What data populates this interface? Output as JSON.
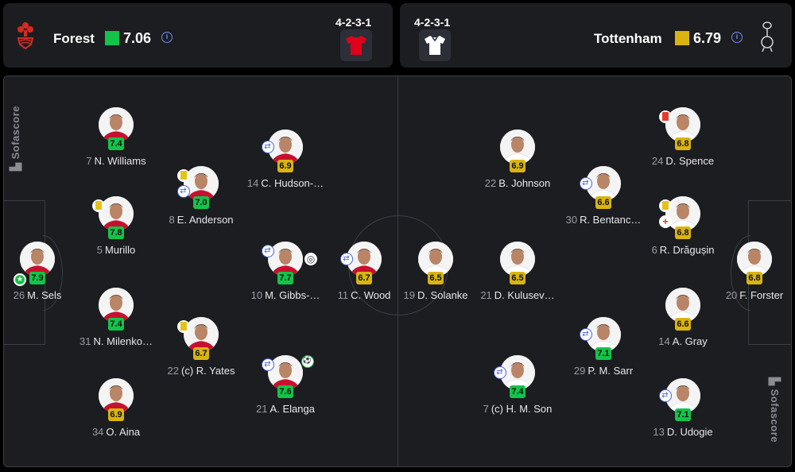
{
  "home": {
    "name": "Forest",
    "rating": "7.06",
    "formation": "4-2-3-1",
    "crest_icon": "forest-crest-icon",
    "rating_color": "#14c34a",
    "kit_color": "#e0001a"
  },
  "away": {
    "name": "Tottenham",
    "rating": "6.79",
    "formation": "4-2-3-1",
    "crest_icon": "tottenham-crest-icon",
    "rating_color": "#d9b410",
    "kit_color": "#ffffff"
  },
  "watermark": "Sofascore",
  "colors": {
    "pitch": "#1c1d21",
    "rating_green": "#14c34a",
    "rating_yellow": "#d9b410",
    "sub_blue": "#4a63d8"
  },
  "players": [
    {
      "id": "sels",
      "team": "home",
      "number": "26",
      "name": "M. Sels",
      "rating": "7.9",
      "rating_color": "green",
      "icons": [
        "motm-icon"
      ]
    },
    {
      "id": "williams",
      "team": "home",
      "number": "7",
      "name": "N. Williams",
      "rating": "7.4",
      "rating_color": "green",
      "icons": []
    },
    {
      "id": "murillo",
      "team": "home",
      "number": "5",
      "name": "Murillo",
      "rating": "7.8",
      "rating_color": "green",
      "icons": [
        "yellow-card-icon"
      ]
    },
    {
      "id": "milenkovic",
      "team": "home",
      "number": "31",
      "name": "N. Milenko…",
      "rating": "7.4",
      "rating_color": "green",
      "icons": []
    },
    {
      "id": "aina",
      "team": "home",
      "number": "34",
      "name": "O. Aina",
      "rating": "6.9",
      "rating_color": "yellow",
      "icons": []
    },
    {
      "id": "anderson",
      "team": "home",
      "number": "8",
      "name": "E. Anderson",
      "rating": "7.0",
      "rating_color": "green",
      "icons": [
        "yellow-card-icon",
        "substitution-icon"
      ]
    },
    {
      "id": "yates",
      "team": "home",
      "number": "22",
      "name": "(c) R. Yates",
      "rating": "6.7",
      "rating_color": "yellow",
      "icons": [
        "yellow-card-icon"
      ]
    },
    {
      "id": "hudson",
      "team": "home",
      "number": "14",
      "name": "C. Hudson-…",
      "rating": "6.9",
      "rating_color": "yellow",
      "icons": [
        "substitution-icon"
      ]
    },
    {
      "id": "gibbs",
      "team": "home",
      "number": "10",
      "name": "M. Gibbs-…",
      "rating": "7.7",
      "rating_color": "green",
      "icons": [
        "substitution-icon",
        "ball-icon"
      ]
    },
    {
      "id": "elanga",
      "team": "home",
      "number": "21",
      "name": "A. Elanga",
      "rating": "7.6",
      "rating_color": "green",
      "icons": [
        "substitution-icon",
        "assist-icon"
      ]
    },
    {
      "id": "wood",
      "team": "home",
      "number": "11",
      "name": "C. Wood",
      "rating": "6.7",
      "rating_color": "yellow",
      "icons": [
        "substitution-icon"
      ]
    },
    {
      "id": "solanke",
      "team": "away",
      "number": "19",
      "name": "D. Solanke",
      "rating": "6.5",
      "rating_color": "yellow",
      "icons": []
    },
    {
      "id": "johnson",
      "team": "away",
      "number": "22",
      "name": "B. Johnson",
      "rating": "6.9",
      "rating_color": "yellow",
      "icons": []
    },
    {
      "id": "kulusevski",
      "team": "away",
      "number": "21",
      "name": "D. Kulusev…",
      "rating": "6.5",
      "rating_color": "yellow",
      "icons": []
    },
    {
      "id": "son",
      "team": "away",
      "number": "7",
      "name": "(c) H. M. Son",
      "rating": "7.4",
      "rating_color": "green",
      "icons": [
        "substitution-icon"
      ]
    },
    {
      "id": "bentancur",
      "team": "away",
      "number": "30",
      "name": "R. Bentanc…",
      "rating": "6.6",
      "rating_color": "yellow",
      "icons": [
        "substitution-icon"
      ]
    },
    {
      "id": "sarr",
      "team": "away",
      "number": "29",
      "name": "P. M. Sarr",
      "rating": "7.1",
      "rating_color": "green",
      "icons": [
        "substitution-icon"
      ]
    },
    {
      "id": "spence",
      "team": "away",
      "number": "24",
      "name": "D. Spence",
      "rating": "6.8",
      "rating_color": "yellow",
      "icons": [
        "red-card-icon"
      ]
    },
    {
      "id": "dragusin",
      "team": "away",
      "number": "6",
      "name": "R. Drăgușin",
      "rating": "6.8",
      "rating_color": "yellow",
      "icons": [
        "yellow-card-icon",
        "injury-icon"
      ]
    },
    {
      "id": "gray",
      "team": "away",
      "number": "14",
      "name": "A. Gray",
      "rating": "6.6",
      "rating_color": "yellow",
      "icons": []
    },
    {
      "id": "udogie",
      "team": "away",
      "number": "13",
      "name": "D. Udogie",
      "rating": "7.1",
      "rating_color": "green",
      "icons": [
        "substitution-icon"
      ]
    },
    {
      "id": "forster",
      "team": "away",
      "number": "20",
      "name": "F. Forster",
      "rating": "6.8",
      "rating_color": "yellow",
      "icons": []
    }
  ]
}
